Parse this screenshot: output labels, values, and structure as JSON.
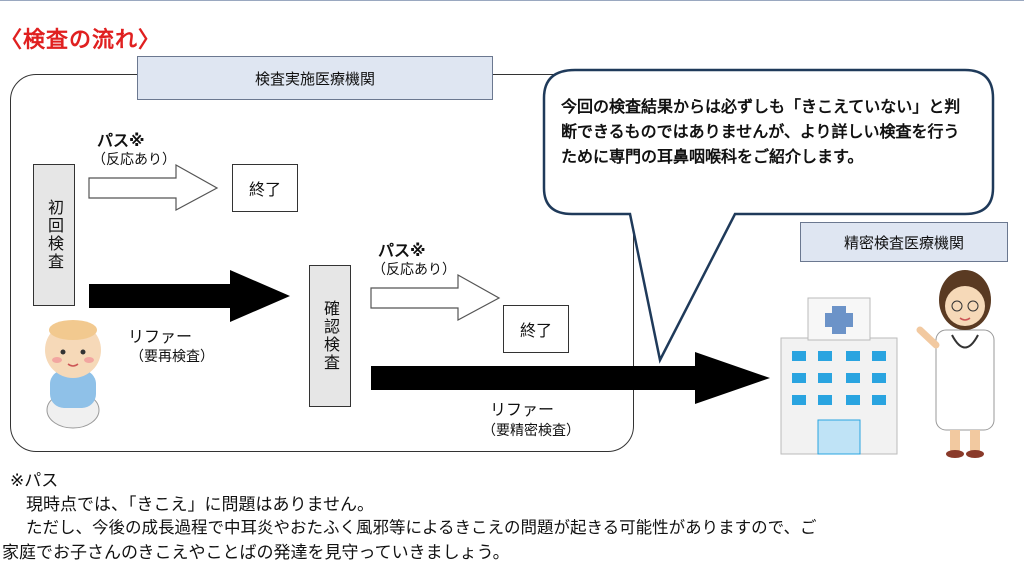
{
  "title": "〈検査の流れ〉",
  "facility_top": "検査実施医療機関",
  "facility_detail": "精密検査医療機関",
  "first_test": "初回検査",
  "confirm_test": "確認検査",
  "pass1": {
    "label": "パス※",
    "sub": "（反応あり）"
  },
  "pass2": {
    "label": "パス※",
    "sub": "（反応あり）"
  },
  "end1": "終了",
  "end2": "終了",
  "refer1": {
    "label": "リファー",
    "sub": "（要再検査）"
  },
  "refer2": {
    "label": "リファー",
    "sub": "（要精密検査）"
  },
  "bubble": "今回の検査結果からは必ずしも「きこえていない」と判断できるものではありませんが、より詳しい検査を行うために専門の耳鼻咽喉科をご紹介します。",
  "notes": {
    "heading": "※パス",
    "line1": "現時点では、「きこえ」に問題はありません。",
    "line2": "ただし、今後の成長過程で中耳炎やおたふく風邪等によるきこえの問題が起きる可能性がありますので、ご",
    "line3": "家庭でお子さんのきこえやことばの発達を見守っていきましょう。"
  },
  "colors": {
    "title_red": "#e02020",
    "label_bg": "#dfe6f2"
  },
  "icons": [
    "baby-illustration",
    "hospital-illustration",
    "doctor-illustration"
  ]
}
